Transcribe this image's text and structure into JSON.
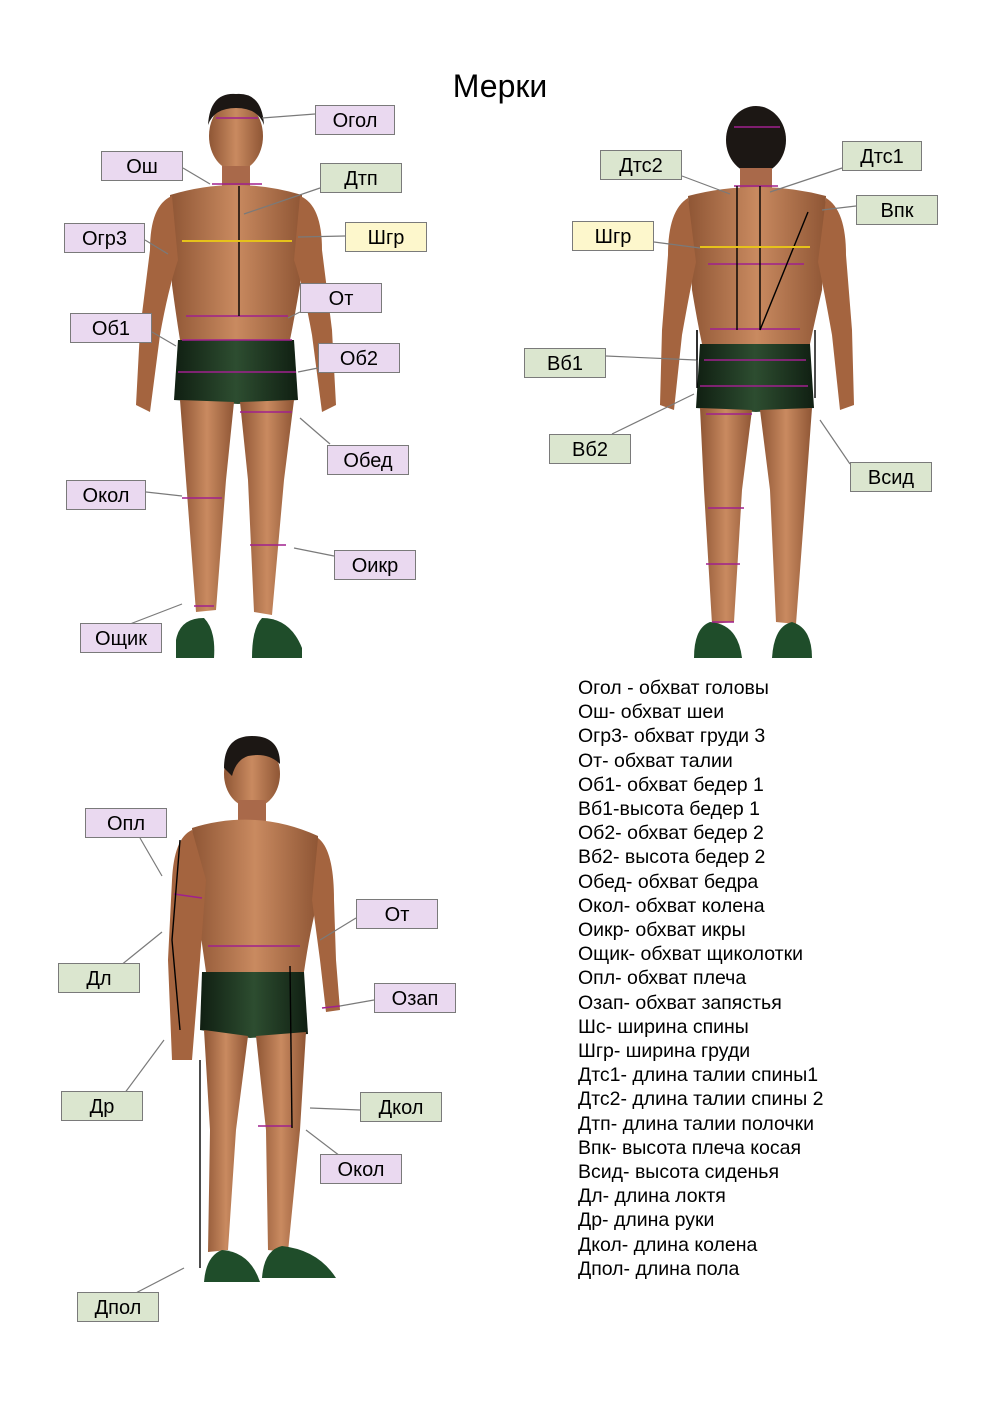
{
  "title": "Мерки",
  "callouts": [
    {
      "id": "ogol-front",
      "text": "Огол",
      "color": "pink"
    },
    {
      "id": "osh",
      "text": "Ош",
      "color": "pink"
    },
    {
      "id": "dtp",
      "text": "Дтп",
      "color": "green"
    },
    {
      "id": "ogr3",
      "text": "Огр3",
      "color": "pink"
    },
    {
      "id": "shgr-front",
      "text": "Шгр",
      "color": "yellow"
    },
    {
      "id": "ot-front",
      "text": "От",
      "color": "pink"
    },
    {
      "id": "ob1",
      "text": "Об1",
      "color": "pink"
    },
    {
      "id": "ob2",
      "text": "Об2",
      "color": "pink"
    },
    {
      "id": "obed",
      "text": "Обед",
      "color": "pink"
    },
    {
      "id": "okol-front",
      "text": "Окол",
      "color": "pink"
    },
    {
      "id": "oikr",
      "text": "Оикр",
      "color": "pink"
    },
    {
      "id": "oshchik",
      "text": "Ощик",
      "color": "pink"
    },
    {
      "id": "dts2",
      "text": "Дтс2",
      "color": "green"
    },
    {
      "id": "dts1",
      "text": "Дтс1",
      "color": "green"
    },
    {
      "id": "vpk",
      "text": "Впк",
      "color": "green"
    },
    {
      "id": "shgr-back",
      "text": "Шгр",
      "color": "yellow"
    },
    {
      "id": "vb1",
      "text": "Вб1",
      "color": "green"
    },
    {
      "id": "vb2",
      "text": "Вб2",
      "color": "green"
    },
    {
      "id": "vsid",
      "text": "Всид",
      "color": "green"
    },
    {
      "id": "opl",
      "text": "Опл",
      "color": "pink"
    },
    {
      "id": "ot-side",
      "text": "От",
      "color": "pink"
    },
    {
      "id": "dl",
      "text": "Дл",
      "color": "green"
    },
    {
      "id": "ozap",
      "text": "Озап",
      "color": "pink"
    },
    {
      "id": "dr",
      "text": "Др",
      "color": "green"
    },
    {
      "id": "dkol",
      "text": "Дкол",
      "color": "green"
    },
    {
      "id": "okol-side",
      "text": "Окол",
      "color": "pink"
    },
    {
      "id": "dpol",
      "text": "Дпол",
      "color": "green"
    }
  ],
  "legend": [
    "Огол - обхват головы",
    "Ош- обхват шеи",
    "Огр3- обхват груди 3",
    "От- обхват талии",
    "Об1- обхват бедер 1",
    "Вб1-высота бедер 1",
    "Об2- обхват бедер 2",
    "Вб2- высота бедер 2",
    "Обед- обхват бедра",
    "Окол- обхват колена",
    "Оикр- обхват икры",
    "Ощик- обхват щиколотки",
    "Опл- обхват плеча",
    "Озап- обхват запястья",
    "Шс- ширина спины",
    "Шгр- ширина груди",
    "Дтс1- длина талии спины1",
    "Дтс2- длина талии спины 2",
    "Дтп- длина талии полочки",
    "Впк- высота плеча косая",
    "Всид- высота сиденья",
    "Дл- длина локтя",
    "Др- длина руки",
    "Дкол- длина колена",
    "Дпол- длина пола"
  ],
  "colors": {
    "pink": "#ead9f0",
    "green": "#dbe6cf",
    "yellow": "#fdf7cc",
    "skin": "#b0714d",
    "shorts": "#1f3a22",
    "hair": "#1c1714",
    "measure_line": "#a0208e",
    "width_line": "#e6c21a"
  }
}
